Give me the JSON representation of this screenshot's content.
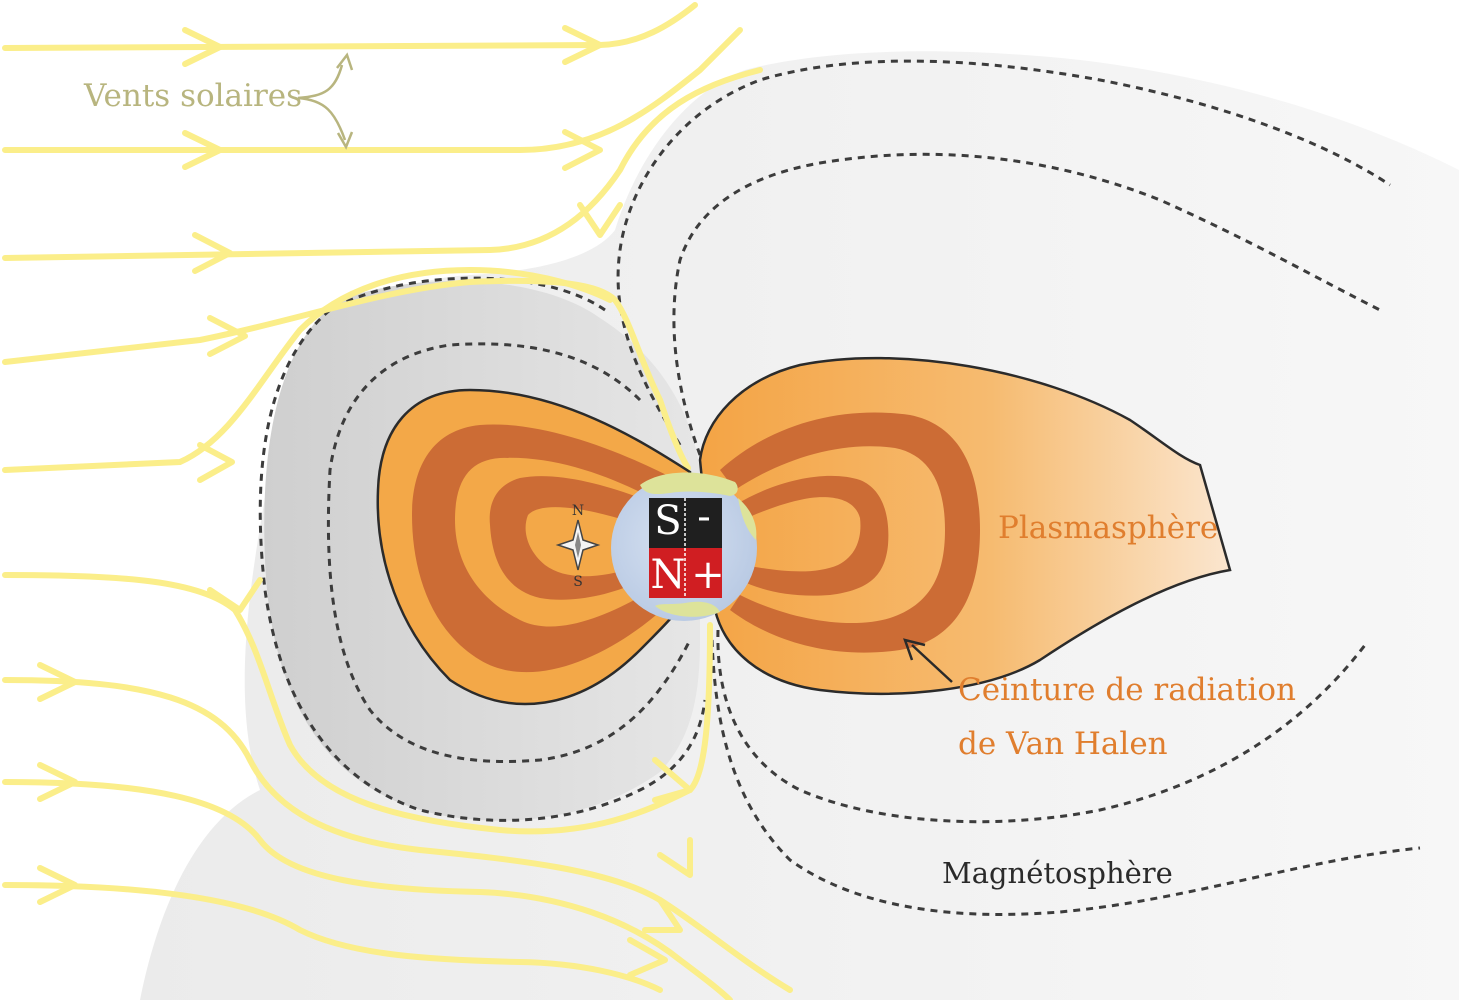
{
  "labels": {
    "solar_wind": "Vents solaires",
    "plasmasphere": "Plasmasphère",
    "belt_line1": "Ceinture de radiation",
    "belt_line2": "de Van Halen",
    "magnetosphere": "Magnétosphère"
  },
  "magnet": {
    "top_letter": "S",
    "top_sign": "-",
    "bottom_letter": "N",
    "bottom_sign": "+"
  },
  "compass": {
    "north": "N",
    "south": "S"
  },
  "colors": {
    "wind_lines": "#fbee8a",
    "wind_label": "#b8b57f",
    "magnetosphere_fill": "#ececec",
    "inner_fill": "#dcdcdc",
    "belt_light": "#f3a848",
    "belt_dark": "#cc6c35",
    "label_orange": "#e07e2e",
    "earth": "#c3d3ea",
    "magnet_black": "#1f1f1f",
    "magnet_red": "#d01e22"
  }
}
